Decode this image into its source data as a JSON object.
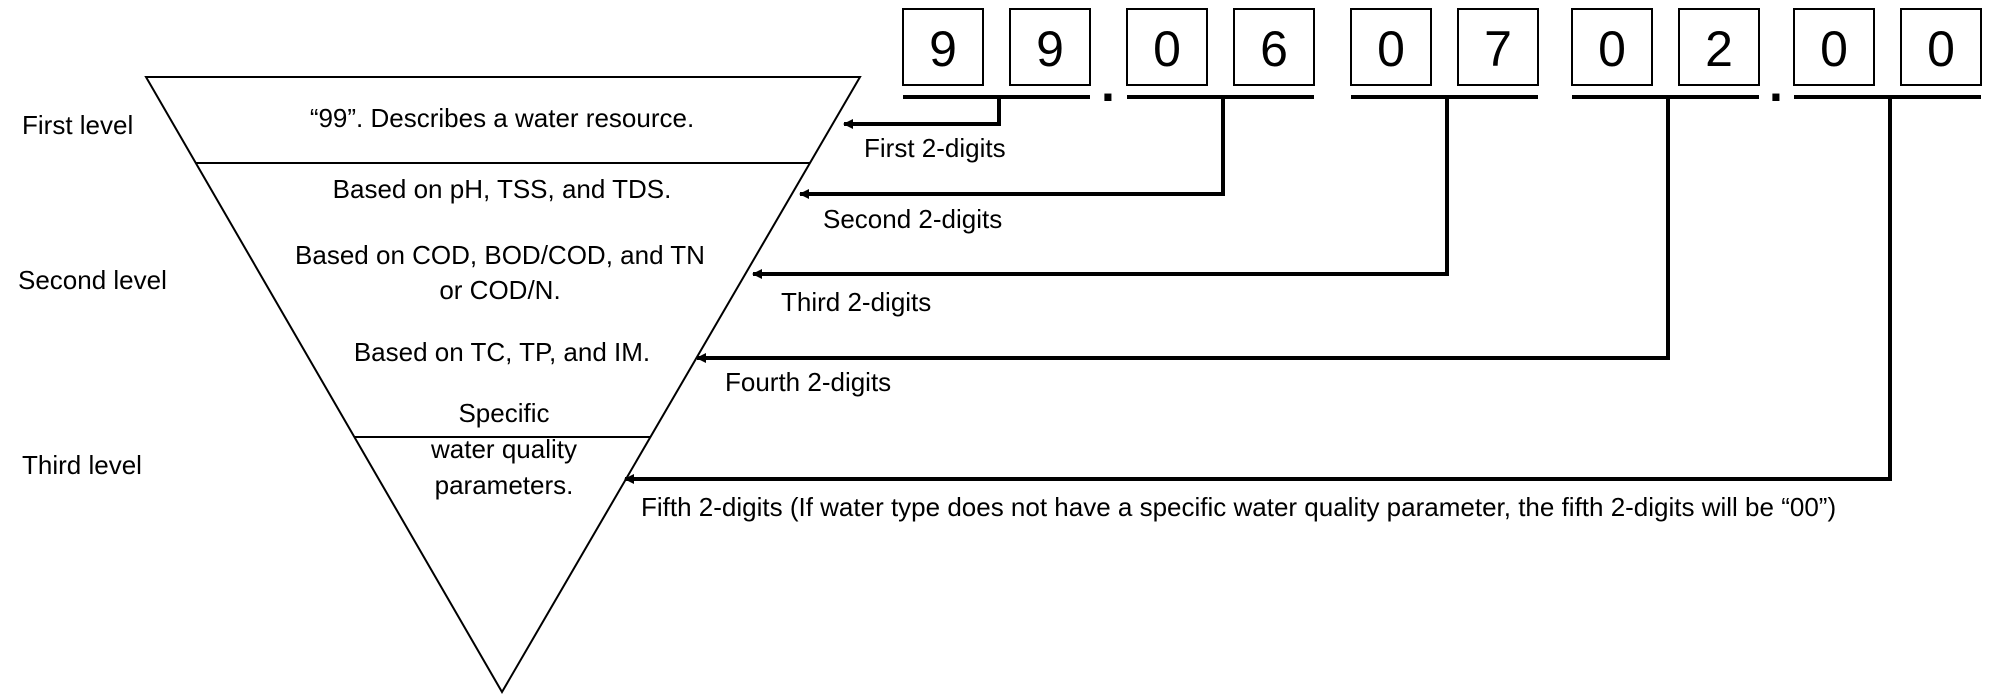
{
  "levels": {
    "first": "First level",
    "second": "Second level",
    "third": "Third level"
  },
  "descriptions": {
    "d1": "“99”. Describes a water resource.",
    "d2": "Based on pH, TSS, and TDS.",
    "d3_line1": "Based on COD, BOD/COD, and TN",
    "d3_line2": "or COD/N.",
    "d4": "Based on TC, TP, and IM.",
    "d5_line1": "Specific",
    "d5_line2": "water quality",
    "d5_line3": "parameters."
  },
  "code": {
    "digits": [
      "9",
      "9",
      "0",
      "6",
      "0",
      "7",
      "0",
      "2",
      "0",
      "0"
    ],
    "separator": "."
  },
  "captions": {
    "c1": "First 2-digits",
    "c2": "Second 2-digits",
    "c3": "Third 2-digits",
    "c4": "Fourth 2-digits",
    "c5": "Fifth 2-digits (If water type does not have a specific water quality parameter, the fifth 2-digits will be “00”)"
  }
}
